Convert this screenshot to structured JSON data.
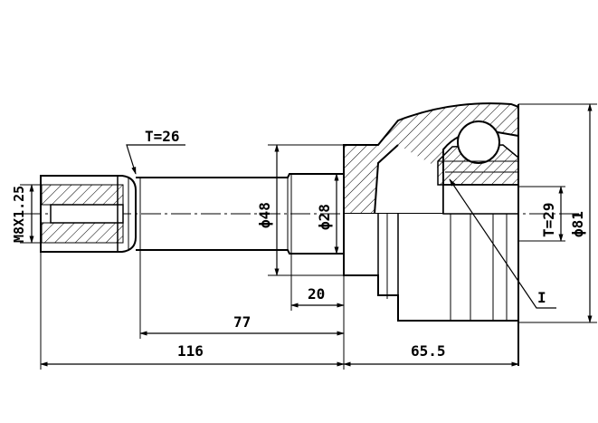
{
  "labels": {
    "t26": "T=26",
    "m8": "M8X1.25",
    "phi48": "ϕ48",
    "phi28": "ϕ28",
    "d20": "20",
    "d77": "77",
    "d116": "116",
    "d65": "65.5",
    "t29": "T=29",
    "phi81": "ϕ81",
    "callout": "I"
  }
}
